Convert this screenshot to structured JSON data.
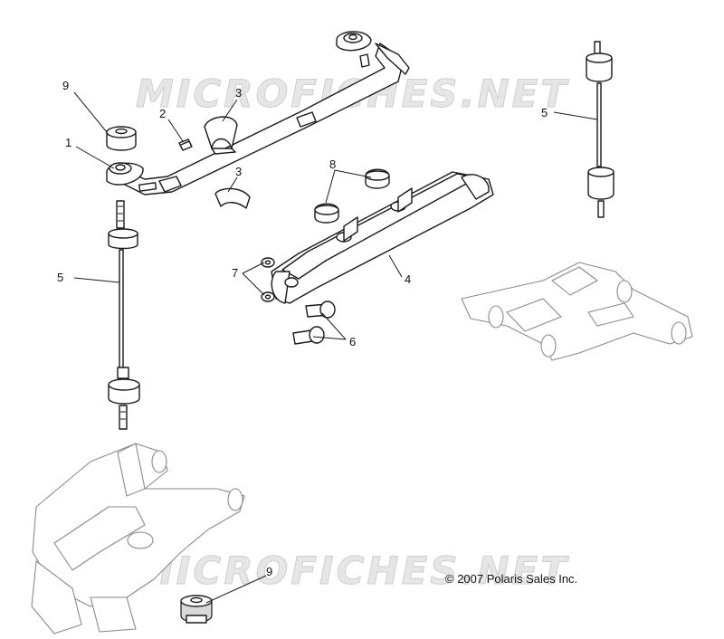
{
  "watermark": {
    "text_top": "MICROFICHES.NET",
    "text_bottom": "MICROFICHES.NET"
  },
  "copyright": "© 2007 Polaris Sales Inc.",
  "callouts": {
    "c1": "1",
    "c2": "2",
    "c3a": "3",
    "c3b": "3",
    "c4": "4",
    "c5a": "5",
    "c5b": "5",
    "c6": "6",
    "c7": "7",
    "c8": "8",
    "c9a": "9",
    "c9b": "9"
  }
}
